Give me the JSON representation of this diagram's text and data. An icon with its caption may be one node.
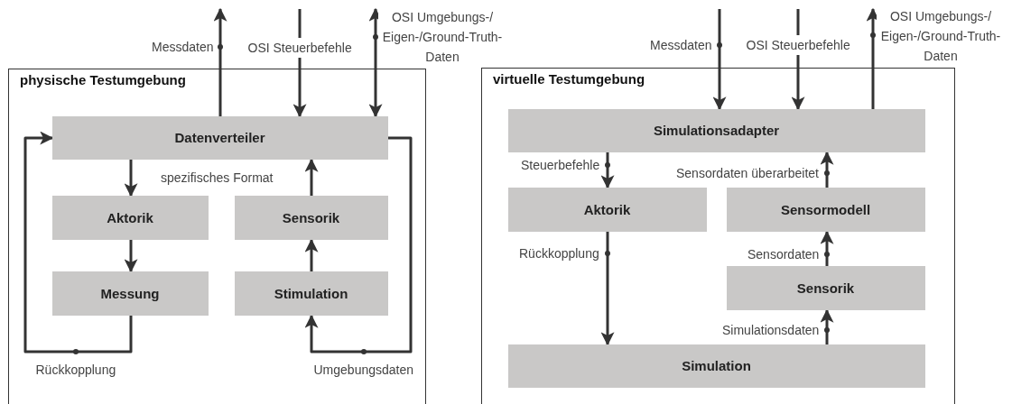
{
  "diagram": {
    "nodes": [
      {
        "text": [
          "physische Testumgebung"
        ]
      },
      {
        "text": [
          "Datenverteiler"
        ],
        "in": 0
      },
      {
        "text": [
          "Aktorik"
        ],
        "in": 0
      },
      {
        "text": [
          "Sensorik"
        ],
        "in": 0
      },
      {
        "text": [
          "Messung"
        ],
        "in": 0
      },
      {
        "text": [
          "Stimulation"
        ],
        "in": 0
      },
      {
        "text": [
          "virtuelle Testumgebung"
        ]
      },
      {
        "text": [
          "Simulationsadapter"
        ],
        "in": 6
      },
      {
        "text": [
          "Aktorik"
        ],
        "in": 6
      },
      {
        "text": [
          "Sensormodell"
        ],
        "in": 6
      },
      {
        "text": [
          "Sensorik"
        ],
        "in": 6
      },
      {
        "text": [
          "Simulation"
        ],
        "in": 6
      }
    ],
    "edges": [
      {
        "from": 1,
        "to": null,
        "arrow": "to",
        "label": "Messdaten"
      },
      {
        "from": null,
        "to": 1,
        "arrow": "to",
        "label": "OSI Steuerbefehle"
      },
      {
        "from": 1,
        "to": null,
        "arrow": "both",
        "label": "OSI Umgebungs-/ Eigen-/Ground-Truth-Daten"
      },
      {
        "from": 1,
        "to": 2,
        "arrow": "to"
      },
      {
        "from": 2,
        "to": 4,
        "arrow": "to"
      },
      {
        "from": 4,
        "to": 1,
        "arrow": "to",
        "label": "Rückkopplung"
      },
      {
        "from": 1,
        "to": 5,
        "arrow": "to",
        "label": "Umgebungsdaten"
      },
      {
        "from": 5,
        "to": 3,
        "arrow": "to"
      },
      {
        "from": 3,
        "to": 1,
        "arrow": "to"
      },
      {
        "from": null,
        "to": 7,
        "arrow": "to",
        "label": "Messdaten"
      },
      {
        "from": null,
        "to": 7,
        "arrow": "to",
        "label": "OSI Steuerbefehle"
      },
      {
        "from": 7,
        "to": null,
        "arrow": "to",
        "label": "OSI Umgebungs-/ Eigen-/Ground-Truth-Daten"
      },
      {
        "from": 7,
        "to": 8,
        "arrow": "to",
        "label": "Steuerbefehle"
      },
      {
        "from": 9,
        "to": 7,
        "arrow": "to",
        "label": "Sensordaten überarbeitet"
      },
      {
        "from": 8,
        "to": 11,
        "arrow": "to",
        "label": "Rückkopplung"
      },
      {
        "from": 10,
        "to": 9,
        "arrow": "to",
        "label": "Sensordaten"
      },
      {
        "from": 11,
        "to": 10,
        "arrow": "to",
        "label": "Simulationsdaten"
      }
    ],
    "labels": [
      "spezifisches Format"
    ]
  }
}
